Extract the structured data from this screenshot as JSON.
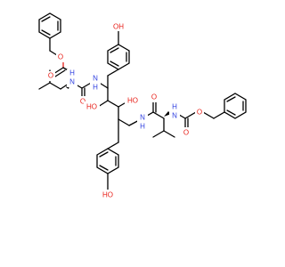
{
  "colors": {
    "background": "#ffffff",
    "carbon": "#000000",
    "oxygen": "#e8211a",
    "nitrogen": "#2f3fe0"
  },
  "atoms": {
    "oh_top": "OH",
    "oh_bottom": "HO",
    "o_ester_left": "O",
    "o_carbonyl_left": "O",
    "nh_left": "NH",
    "o_amide_left": "O",
    "nh_center": "N\nH",
    "ho_diol_1": "HO",
    "ho_diol_2": "HO",
    "nh_right_amide": "N\nH",
    "o_amide_right": "O",
    "nh_right": "NH",
    "o_carbonyl_right": "O",
    "o_ester_right": "O"
  },
  "atom_text": {
    "oh_top": "OH",
    "oh_bottom": "HO",
    "o_ester_left": "O",
    "o_carbonyl_left": "O",
    "nh_left": "N",
    "nh_left_h": "H",
    "o_amide_left": "O",
    "nh_center": "N",
    "nh_center_h": "H",
    "ho_diol_1": "HO",
    "ho_diol_2": "HO",
    "nh_right_amide": "N",
    "nh_right_amide_h": "H",
    "o_amide_right": "O",
    "nh_right": "N",
    "nh_right_h": "H",
    "o_carbonyl_right": "O",
    "o_ester_right": "O"
  }
}
